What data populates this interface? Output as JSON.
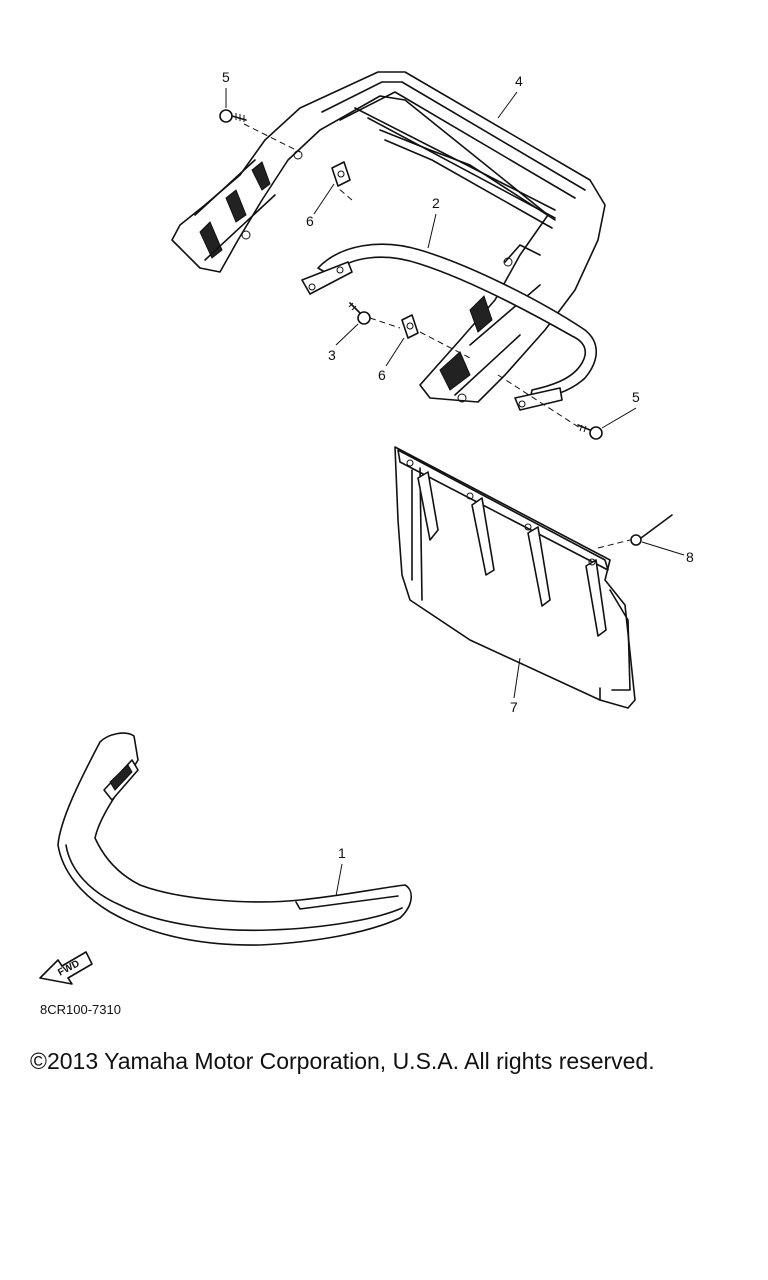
{
  "callouts": {
    "c1": "1",
    "c2": "2",
    "c3": "3",
    "c4": "4",
    "c5a": "5",
    "c5b": "5",
    "c6a": "6",
    "c6b": "6",
    "c7": "7",
    "c8": "8"
  },
  "fwd_label": "FWD",
  "drawing_code": "8CR100-7310",
  "copyright": "©2013 Yamaha Motor Corporation, U.S.A. All rights reserved."
}
